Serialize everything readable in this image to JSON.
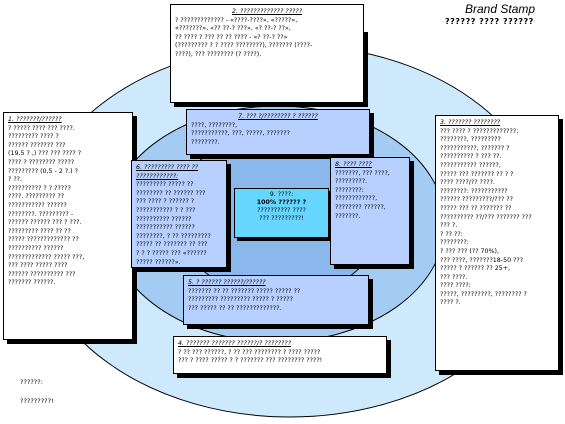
{
  "header": {
    "brand_stamp": "Brand Stamp",
    "subtitle": "?????? ???? ??????"
  },
  "boxes": {
    "box1": {
      "title": "1. ???????/??????",
      "lines": [
        "? ????? ???? ??? ????.",
        "????????? ???? ?",
        "?????? ??????? ???",
        "(19,5 ? ,) ??? ??? ???? ?",
        "???? ? ???????? ?????",
        "????????? (0,5 - 2 ?.) ?",
        "? ??.",
        "?????????? ? ? ?????",
        "????. ????????? ??",
        "??????????? ??????",
        "????????. ????????? -",
        "?????? ?????? ??? ? ???.",
        "????????? ???? ?? ??",
        "????? ????????????? ??",
        "?????????? ??????",
        "????????????? ????? ???,",
        "??? ???? ????? ????",
        "?????? ?????????? ???",
        "??????? ??????."
      ]
    },
    "box2": {
      "title": "2. ????????????? ?????",
      "lines": [
        "? ????????????? - «????-????», «?????»,",
        "«???????», «?? ??-? ???», «? ??-? ??»,",
        "?? ???? ? ??? ?? ?? ????  - «? ??-? ??»",
        "(????????? ? ? ???? ????????), ??????? (????-",
        "",
        "????), ??? ???????? (? ????)."
      ]
    },
    "box3": {
      "title": "3. ??????? ????????",
      "lines": [
        "??? ???? ? ?????????????;",
        "????????, ?????????",
        "???????????, ??????? ?",
        "?????????? ? ??? ??.",
        "??????????? ??????,",
        "????? ??? ??????? ?? ? ?",
        "???? ????/?? ????.",
        "",
        "????????: ???????????",
        "?????? ?????????/??? ??",
        "????? ??? ?? ??????? ??",
        "?????????? ??/??? ??????? ???",
        "??? ?.",
        "",
        "? ?? ??:",
        "????????:",
        "? ??? ??? (?? 70%),",
        "??? ????, ???????18-50 ???",
        "????? ? ?????? ?? 25+,",
        "??? ????.",
        "",
        "???? ????:",
        "?????, ?????????, ???????? ?",
        "???? ?."
      ]
    },
    "box4": {
      "title": "4. ??????? ??????? ??????/? ????????",
      "lines": [
        "? ?? ??? ??????, ? ?? ??? ???????? ? ???? ?????",
        "??? ? ???? ?????  ? ? ??????? ??? ???????? ????!"
      ]
    },
    "box5": {
      "title": "5. ? ?????? ??????/??????",
      "lines": [
        "??????? ?? ?? ??????? ????? ????? ??",
        "?????????  ????????? ?????  ? ?????",
        "??? ????? ?? ?? ?????????????."
      ]
    },
    "box6": {
      "title": "6. ????????? ????  ??",
      "title2": "????????????:",
      "lines": [
        "????????? ????? ??",
        "???????? ?? ?????? ???",
        "??? ???? ? ?????? ?",
        "??????????? ? ? ???",
        "?????????? ??????",
        "??????????? ??????",
        "????????, ? ?? ?????????",
        "????? ?? ??????? ?? ???",
        "? ? ? ????? ??? «??????",
        "????? ??????»."
      ]
    },
    "box7": {
      "title": "7. ??? ?/???????? ? ??????",
      "lines": [
        "????, ????????,",
        "???????????, ???, ?????, ???????",
        "????????."
      ]
    },
    "box8": {
      "title": "8. ???? ????",
      "lines": [
        "???????, ??? ????,",
        "?????????.",
        "",
        "????????:",
        "????????????,",
        "???????? ??????,",
        "???????."
      ]
    },
    "box9": {
      "title": "9. ????:",
      "lines": [
        "100% ?????? ?",
        "?????????? ????",
        "??? ?????????!"
      ]
    }
  },
  "footer": {
    "line1": "??????:",
    "line2": "?????????!"
  }
}
